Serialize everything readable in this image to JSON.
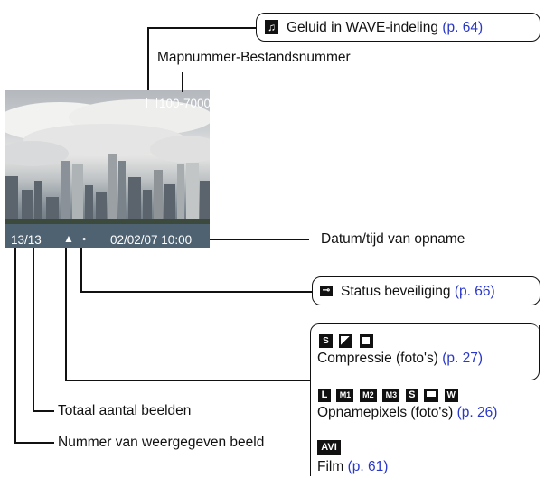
{
  "camera_screen": {
    "folder_file": "100-7000",
    "image_count": "13/13",
    "datetime": "02/02/07  10:00"
  },
  "callouts": {
    "wave_sound": {
      "label": "Geluid in WAVE-indeling",
      "ref": "(p. 64)"
    },
    "folder_file_label": "Mapnummer-Bestandsnummer",
    "datetime_label": "Datum/tijd van opname",
    "protection": {
      "label": "Status beveiliging",
      "ref": "(p. 66)"
    },
    "compression": {
      "label": "Compressie (foto's)",
      "ref": "(p. 27)",
      "icons": [
        "S"
      ]
    },
    "recording_pixels": {
      "label": "Opnamepixels (foto's)",
      "ref": "(p. 26)",
      "icons": [
        "L",
        "M1",
        "M2",
        "M3",
        "S",
        "W"
      ]
    },
    "movie": {
      "label": "Film",
      "ref": "(p. 61)",
      "icons": [
        "AVI"
      ]
    },
    "total_images_label": "Totaal aantal beelden",
    "current_image_label": "Nummer van weergegeven beeld"
  },
  "icon_names": [
    "sound-memo-icon",
    "protect-key-icon",
    "compression-superfine-icon",
    "compression-fine-icon",
    "compression-normal-icon",
    "widescreen-icon",
    "postcard-icon",
    "avi-movie-icon",
    "camera-shake-icon"
  ]
}
